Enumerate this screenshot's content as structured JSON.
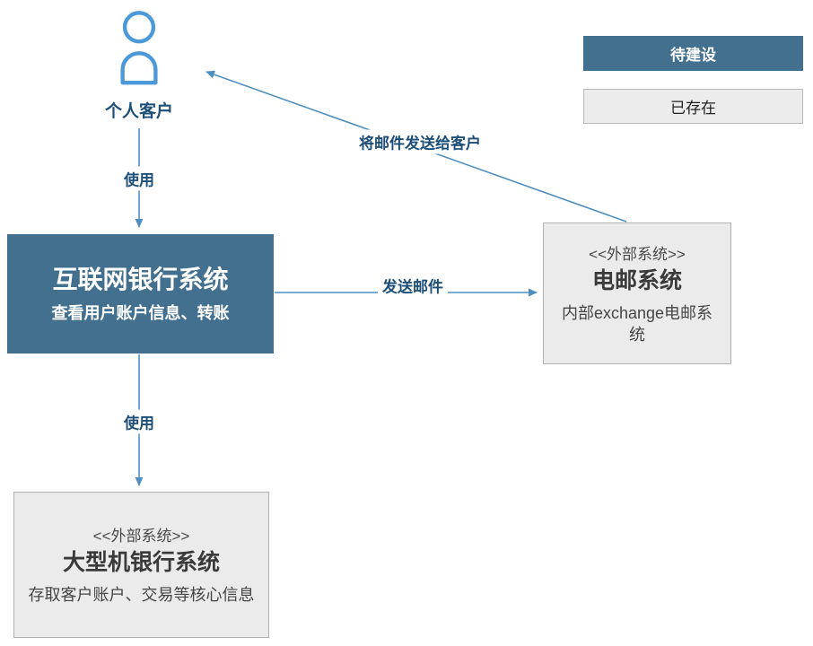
{
  "colors": {
    "primary": "#44708f",
    "arrow": "#4e8fc0",
    "edge-label": "#1d4e77",
    "actor-icon": "#4b99d8",
    "external-bg": "#ebebeb",
    "external-border": "#b1b1b1",
    "external-text": "#3f3f3f"
  },
  "legend": {
    "to_build": "待建设",
    "existing": "已存在"
  },
  "actor": {
    "label": "个人客户"
  },
  "nodes": {
    "internet_banking": {
      "title": "互联网银行系统",
      "subtitle": "查看用户账户信息、转账"
    },
    "email_system": {
      "stereotype": "<<外部系统>>",
      "title": "电邮系统",
      "subtitle": "内部exchange电邮系统"
    },
    "mainframe": {
      "stereotype": "<<外部系统>>",
      "title": "大型机银行系统",
      "subtitle": "存取客户账户、交易等核心信息"
    }
  },
  "edges": {
    "customer_uses_banking": "使用",
    "banking_sends_email": "发送邮件",
    "email_to_customer": "将邮件发送给客户",
    "banking_uses_mainframe": "使用"
  }
}
